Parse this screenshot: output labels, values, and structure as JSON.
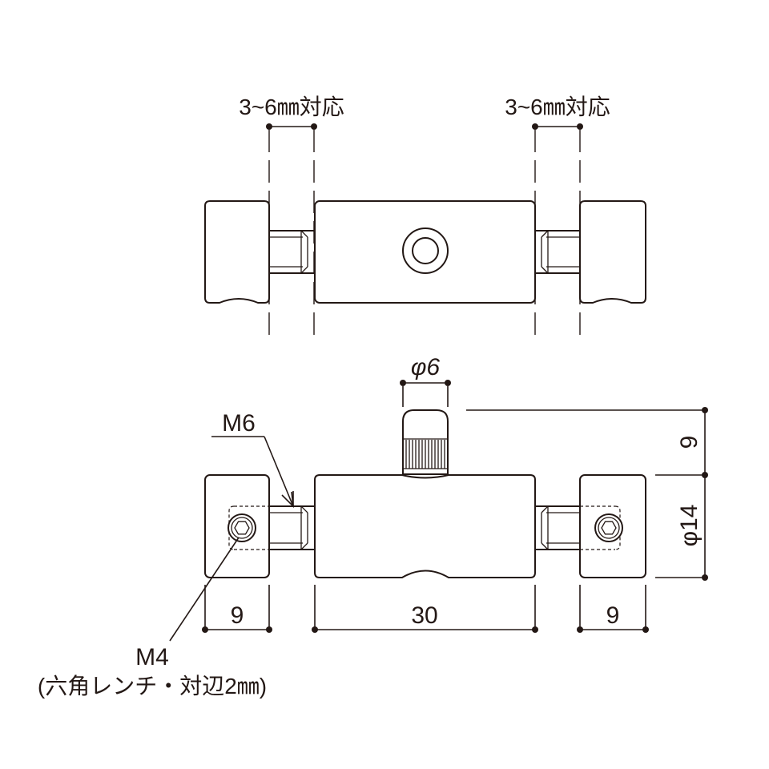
{
  "labels": {
    "clamp_range_left": "3~6㎜対応",
    "clamp_range_right": "3~6㎜対応",
    "dia_knob": "φ6",
    "thread_m6": "M6",
    "thread_m4": "M4",
    "wrench_note": "(六角レンチ・対辺2㎜)",
    "dim_left_9": "9",
    "dim_center_30": "30",
    "dim_right_9": "9",
    "dim_knob_height_9": "9",
    "dim_body_dia_14": "φ14"
  },
  "colors": {
    "line": "#231815",
    "background": "#ffffff"
  }
}
